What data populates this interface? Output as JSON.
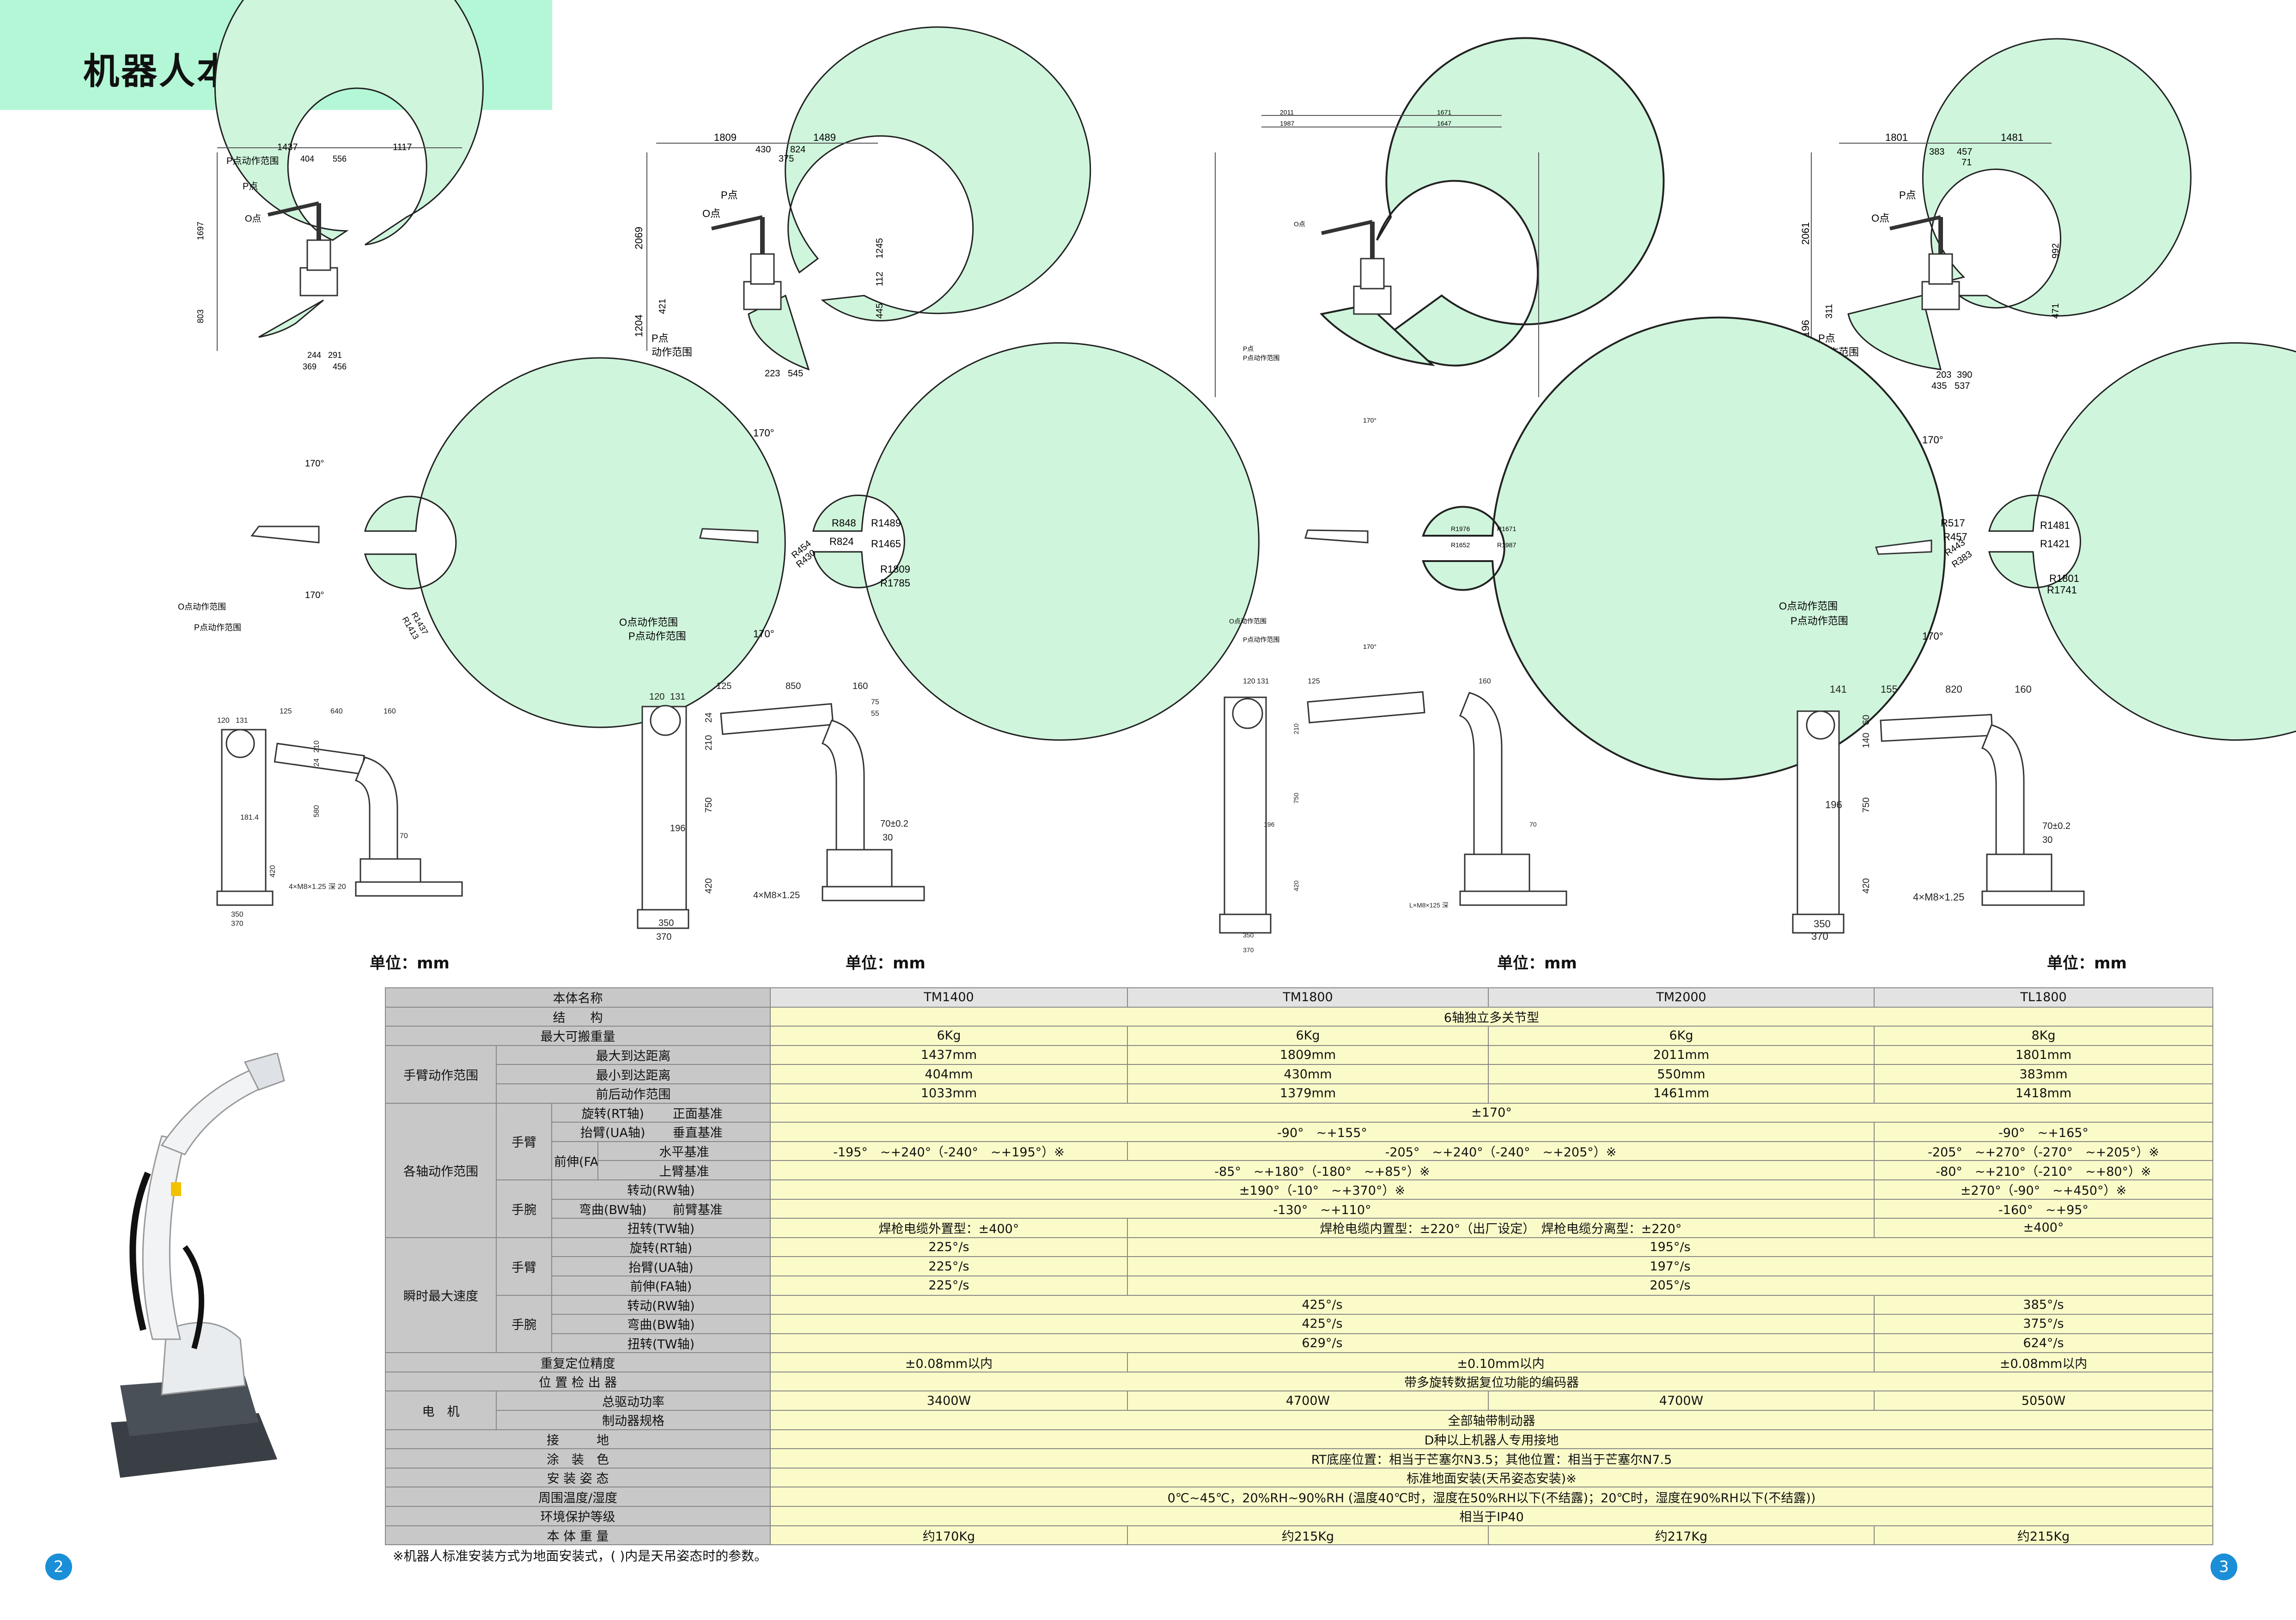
{
  "page": {
    "title": "机器人本体规格",
    "unit_label": "单位：mm",
    "footnote": "※机器人标准安装方式为地面安装式，( )内是天吊姿态时的参数。",
    "page_left": "2",
    "page_right": "3"
  },
  "colors": {
    "title_band": "#b3f7d6",
    "range_fill": "#cff5dc",
    "table_header": "#c8c8c8",
    "table_value": "#fbfbc9",
    "page_badge": "#1a8fd8"
  },
  "diagrams": {
    "side": [
      {
        "dims_top": [
          "1437",
          "1117"
        ],
        "dims_top2": [
          "404",
          "556"
        ],
        "dims_left": [
          "1697",
          "803"
        ],
        "dims_bottom": [
          "244",
          "291",
          "369",
          "456"
        ],
        "label_p": "P点",
        "label_o": "O点",
        "label_range": "P点动作范围"
      },
      {
        "dims_top": [
          "1809",
          "1489"
        ],
        "dims_top2": [
          "430",
          "824",
          "375"
        ],
        "dims_left": [
          "2069",
          "1204",
          "421"
        ],
        "dims_right": [
          "1245",
          "112",
          "445"
        ],
        "dims_bottom": [
          "223",
          "545"
        ],
        "label_p": "P点",
        "label_o": "O点",
        "label_range": "动作范围"
      },
      {
        "dims_top": [
          "2011",
          "1671"
        ],
        "dims_top2": [
          "1987",
          "1647"
        ],
        "label_p": "P点",
        "label_o": "O点",
        "label_range": "P点动作范围"
      },
      {
        "dims_top": [
          "1801",
          "1481"
        ],
        "dims_top2": [
          "383",
          "457",
          "71"
        ],
        "dims_left": [
          "2061",
          "1196",
          "311"
        ],
        "dims_right": [
          "992",
          "471"
        ],
        "dims_bottom": [
          "203",
          "390",
          "435",
          "537"
        ],
        "label_p": "P点",
        "label_o": "O点",
        "label_range": "动作范围"
      }
    ],
    "top": [
      {
        "angles": [
          "170°",
          "170°"
        ],
        "radii": [
          "R1413",
          "R1437"
        ],
        "label_o": "O点动作范围",
        "label_p": "P点动作范围"
      },
      {
        "angles": [
          "170°",
          "170°"
        ],
        "radii": [
          "R848",
          "R824",
          "R1489",
          "R1465",
          "R1809",
          "R1785",
          "R454",
          "R430"
        ],
        "label_o": "O点动作范围",
        "label_p": "P点动作范围"
      },
      {
        "angles": [
          "170°",
          "170°"
        ],
        "radii": [
          "R1976",
          "R1652",
          "R1671",
          "R1987"
        ],
        "label_o": "O点动作范围",
        "label_p": "P点动作范围"
      },
      {
        "angles": [
          "170°",
          "170°"
        ],
        "radii": [
          "R517",
          "R457",
          "R1481",
          "R1421",
          "R443",
          "R383",
          "R1801",
          "R1741"
        ],
        "label_o": "O点动作范围",
        "label_p": "P点动作范围"
      }
    ],
    "dims": [
      {
        "top": [
          "120",
          "131",
          "125",
          "640",
          "160"
        ],
        "side": [
          "210",
          "24",
          "580",
          "420"
        ],
        "base": [
          "350",
          "370"
        ],
        "bolt": "4×M8×1.25 深 20",
        "misc": [
          "181.4",
          "70"
        ]
      },
      {
        "top": [
          "120",
          "131",
          "125",
          "850",
          "160"
        ],
        "side": [
          "210",
          "24",
          "750",
          "420"
        ],
        "base": [
          "350",
          "370"
        ],
        "bolt": "4×M8×1.25",
        "misc": [
          "196",
          "70±0.2",
          "30",
          "75",
          "55"
        ]
      },
      {
        "top": [
          "120",
          "131",
          "125",
          "160"
        ],
        "side": [
          "210",
          "750",
          "420"
        ],
        "base": [
          "350",
          "370"
        ],
        "bolt": "L×M8×125 深",
        "misc": [
          "196",
          "70"
        ]
      },
      {
        "top": [
          "141",
          "155",
          "820",
          "160"
        ],
        "side": [
          "140",
          "60",
          "750",
          "420"
        ],
        "base": [
          "350",
          "370"
        ],
        "bolt": "4×M8×1.25",
        "misc": [
          "196",
          "70±0.2",
          "30"
        ]
      }
    ]
  },
  "table": {
    "header": [
      "本体名称",
      "TM1400",
      "TM1800",
      "TM2000",
      "TL1800"
    ],
    "structure": [
      "结　　构",
      "6轴独立多关节型"
    ],
    "payload": [
      "最大可搬重量",
      "6Kg",
      "6Kg",
      "6Kg",
      "8Kg"
    ],
    "arm_range": {
      "label": "手臂动作范围",
      "rows": [
        [
          "最大到达距离",
          "1437mm",
          "1809mm",
          "2011mm",
          "1801mm"
        ],
        [
          "最小到达距离",
          "404mm",
          "430mm",
          "550mm",
          "383mm"
        ],
        [
          "前后动作范围",
          "1033mm",
          "1379mm",
          "1461mm",
          "1418mm"
        ]
      ]
    },
    "axis_range": {
      "label": "各轴动作范围",
      "arm": "手臂",
      "wrist": "手腕",
      "rt": [
        "旋转(RT轴)",
        "正面基准",
        "±170°"
      ],
      "ua": [
        "抬臂(UA轴)",
        "垂直基准",
        "-90°　~+155°",
        "-90°　~+165°"
      ],
      "fa": [
        "前伸(FA轴)",
        "水平基准",
        "-195°　~+240°（-240°　~+195°）※",
        "-205°　~+240°（-240°　~+205°）※",
        "-205°　~+270°（-270°　~+205°）※"
      ],
      "fa2": [
        "上臂基准",
        "-85°　~+180°（-180°　~+85°）※",
        "-80°　~+210°（-210°　~+80°）※"
      ],
      "rw": [
        "转动(RW轴)",
        "±190°（-10°　~+370°）※",
        "±270°（-90°　~+450°）※"
      ],
      "bw": [
        "弯曲(BW轴)",
        "前臂基准",
        "-130°　~+110°",
        "-160°　~+95°"
      ],
      "tw": [
        "扭转(TW轴)",
        "焊枪电缆外置型：±400°",
        "焊枪电缆内置型：±220°（出厂设定）　焊枪电缆分离型：±220°",
        "±400°"
      ]
    },
    "speed": {
      "label": "瞬时最大速度",
      "arm": "手臂",
      "wrist": "手腕",
      "rt": [
        "旋转(RT轴)",
        "225°/s",
        "195°/s"
      ],
      "ua": [
        "抬臂(UA轴)",
        "225°/s",
        "197°/s"
      ],
      "fa": [
        "前伸(FA轴)",
        "225°/s",
        "205°/s"
      ],
      "rw": [
        "转动(RW轴)",
        "425°/s",
        "385°/s"
      ],
      "bw": [
        "弯曲(BW轴)",
        "425°/s",
        "375°/s"
      ],
      "tw": [
        "扭转(TW轴)",
        "629°/s",
        "624°/s"
      ]
    },
    "repeat": [
      "重复定位精度",
      "±0.08mm以内",
      "±0.10mm以内",
      "±0.08mm以内"
    ],
    "detector": [
      "位 置 检 出 器",
      "带多旋转数据复位功能的编码器"
    ],
    "motor": [
      "电　机",
      "总驱动功率",
      "3400W",
      "4700W",
      "4700W",
      "5050W"
    ],
    "brake": [
      "制动器规格",
      "全部轴带制动器"
    ],
    "ground": [
      "接　　　地",
      "D种以上机器人专用接地"
    ],
    "paint": [
      "涂　装　色",
      "RT底座位置：相当于芒塞尔N3.5；其他位置：相当于芒塞尔N7.5"
    ],
    "mount": [
      "安 装 姿 态",
      "标准地面安装(天吊姿态安装)※"
    ],
    "env": [
      "周围温度/湿度",
      "0℃~45℃，20%RH~90%RH (温度40℃时，湿度在50%RH以下(不结露)；20℃时，湿度在90%RH以下(不结露))"
    ],
    "ip": [
      "环境保护等级",
      "相当于IP40"
    ],
    "weight": [
      "本 体 重 量",
      "约170Kg",
      "约215Kg",
      "约217Kg",
      "约215Kg"
    ]
  }
}
